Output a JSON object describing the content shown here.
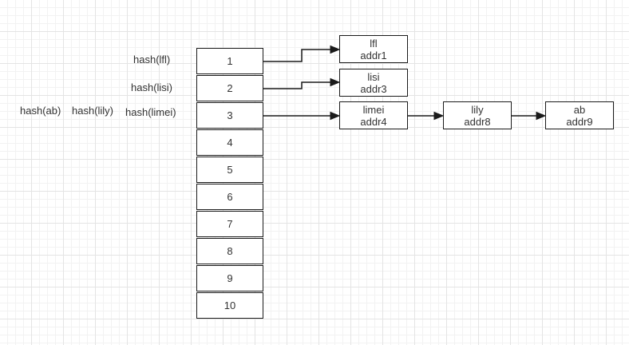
{
  "buckets": [
    "1",
    "2",
    "3",
    "4",
    "5",
    "6",
    "7",
    "8",
    "9",
    "10"
  ],
  "hash_labels": {
    "lfl": "hash(lfl)",
    "lisi": "hash(lisi)",
    "ab": "hash(ab)",
    "lily": "hash(lily)",
    "limei": "hash(limei)"
  },
  "nodes": {
    "lfl": {
      "name": "lfl",
      "addr": "addr1"
    },
    "lisi": {
      "name": "lisi",
      "addr": "addr3"
    },
    "limei": {
      "name": "limei",
      "addr": "addr4"
    },
    "lily": {
      "name": "lily",
      "addr": "addr8"
    },
    "ab": {
      "name": "ab",
      "addr": "addr9"
    }
  },
  "colors": {
    "stroke": "#1a1a1a",
    "text": "#333333",
    "grid": "#e4e4e4"
  }
}
